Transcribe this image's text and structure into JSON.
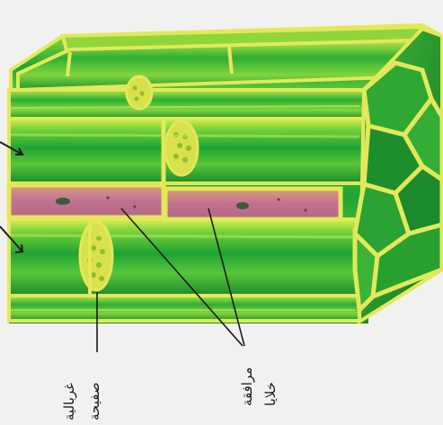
{
  "labels": {
    "sieve_plate_line1": "صفيحة",
    "sieve_plate_line2": "غربالية",
    "companion_cells_line1": "خلايا",
    "companion_cells_line2": "مرافقة"
  },
  "colors": {
    "background": "#f1f1ef",
    "tube_green_dark": "#1f9a2e",
    "tube_green_light": "#8fd63a",
    "cell_wall_yellow": "#e3e85a",
    "companion_cell_pink": "#c0718c",
    "label_line": "#1c1c1c"
  }
}
